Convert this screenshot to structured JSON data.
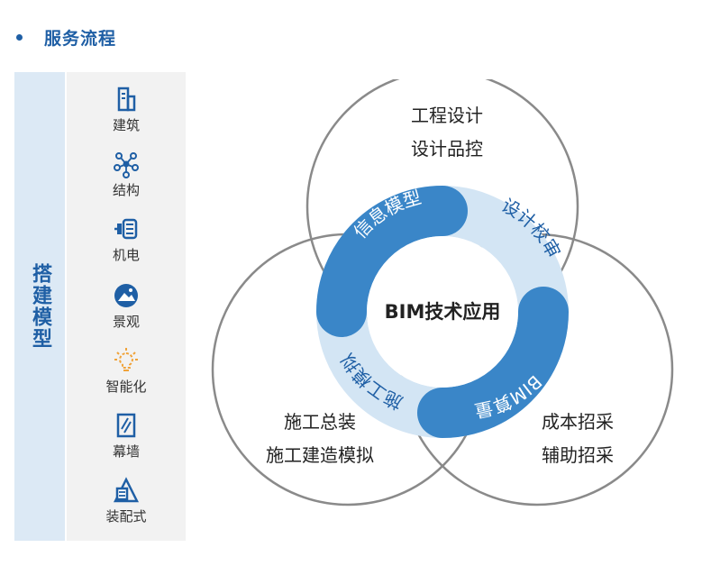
{
  "section": {
    "title": "服务流程"
  },
  "sidebar": {
    "label": "搭建模型",
    "items": [
      {
        "label": "建筑",
        "icon": "building-icon"
      },
      {
        "label": "结构",
        "icon": "structure-network-icon"
      },
      {
        "label": "机电",
        "icon": "mep-motor-icon"
      },
      {
        "label": "景观",
        "icon": "landscape-icon"
      },
      {
        "label": "智能化",
        "icon": "lightbulb-icon"
      },
      {
        "label": "幕墙",
        "icon": "curtain-wall-icon"
      },
      {
        "label": "装配式",
        "icon": "prefab-icon"
      }
    ]
  },
  "diagram": {
    "center": "BIM技术应用",
    "ring_segments": [
      "信息模型",
      "设计校审",
      "BIM算量",
      "施工模拟"
    ],
    "circles": {
      "top": {
        "line1": "工程设计",
        "line2": "设计品控"
      },
      "left": {
        "line1": "施工总装",
        "line2": "施工建造模拟"
      },
      "right": {
        "line1": "成本招采",
        "line2": "辅助招采"
      }
    },
    "colors": {
      "dark": "#3a86c8",
      "light": "#d3e5f4",
      "circle_stroke": "#8a8a8a",
      "text": "#222222"
    }
  }
}
